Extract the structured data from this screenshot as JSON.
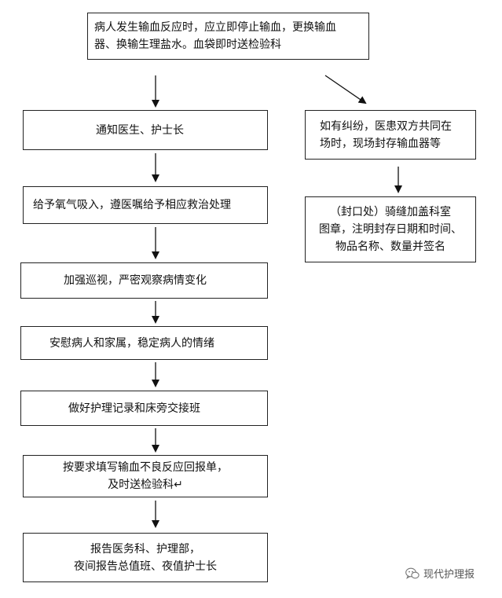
{
  "steps": {
    "s1": "病人发生输血反应时，应立即停止输血，更换输血\n器、换输生理盐水。血袋即时送检验科",
    "s2": "通知医生、护士长",
    "s3": "给予氧气吸入，遵医嘱给予相应救治处理",
    "s4": "加强巡视，严密观察病情变化",
    "s5": "安慰病人和家属，稳定病人的情绪",
    "s6": "做好护理记录和床旁交接班",
    "s7": "按要求填写输血不良反应回报单，\n及时送检验科↵",
    "s8": "报告医务科、护理部，\n夜间报告总值班、夜值护士长"
  },
  "side": {
    "d1": "如有纠纷，医患双方共同在\n场时，现场封存输血器等",
    "d2": "（封口处）骑缝加盖科室\n图章，注明封存日期和时间、\n物品名称、数量并签名"
  },
  "watermark": {
    "icon": "wechat-icon",
    "text": "现代护理报"
  }
}
